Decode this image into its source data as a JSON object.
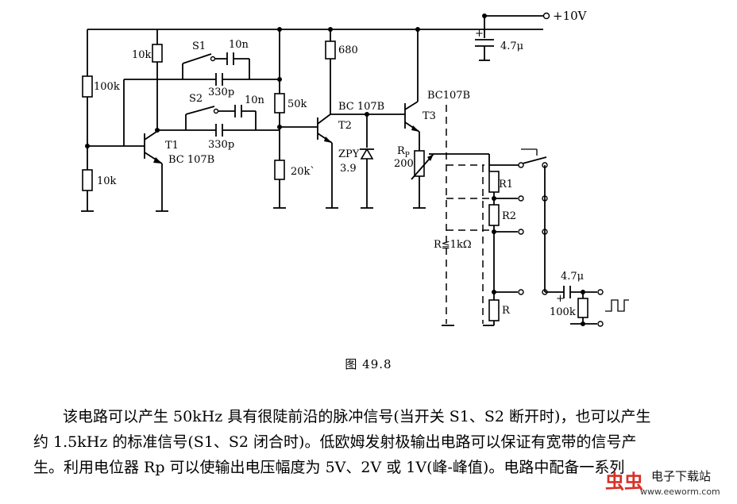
{
  "schematic": {
    "supply_label": "+10V",
    "resistors": {
      "r_10k_top": "10k",
      "r_100k": "100k",
      "r_10k_bottom": "10k",
      "r_50k": "50k",
      "r_20k": "20k`",
      "r_680": "680",
      "rp_symbol": "R",
      "rp_sub": "P",
      "rp_value": "200",
      "r1": "R1",
      "r2": "R2",
      "r": "R",
      "r_out": "100k"
    },
    "capacitors": {
      "c_10n_1": "10n",
      "c_330p_1": "330p",
      "c_10n_2": "10n",
      "c_330p_2": "330p",
      "c_supply": "4.7μ",
      "c_out": "4.7μ"
    },
    "switches": {
      "s1": "S1",
      "s2": "S2"
    },
    "transistors": {
      "t1_name": "T1",
      "t1_type": "BC 107B",
      "t2_name": "T2",
      "t2_type": "BC 107B",
      "t3_name": "T3",
      "t3_type": "BC107B"
    },
    "zener": {
      "name": "ZPY",
      "value": "3.9"
    },
    "note_r_sum": "R≦1kΩ",
    "plus_sign": "+"
  },
  "caption": "图 49.8",
  "paragraph": {
    "line1": "该电路可以产生 50kHz 具有很陡前沿的脉冲信号(当开关 S1、S2 断开时)，也可以产生",
    "line2": "约 1.5kHz 的标准信号(S1、S2 闭合时)。低欧姆发射极输出电路可以保证有宽带的信号产",
    "line3": "生。利用电位器 Rp 可以使输出电压幅度为 5V、2V 或 1V(峰-峰值)。电路中配备一系列"
  },
  "watermark": {
    "logo": "虫虫",
    "title": "电子下载站",
    "url": "www.eeworm.com"
  }
}
